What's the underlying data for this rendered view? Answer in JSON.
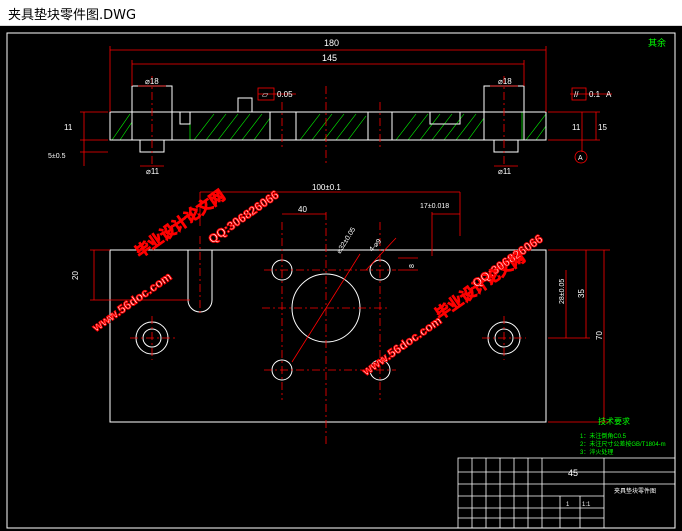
{
  "window": {
    "title": "夹具垫块零件图.DWG"
  },
  "drawing": {
    "corner_note": "其余",
    "dims": {
      "overall_width": "180",
      "hole_spacing": "145",
      "dia_left": "⌀18",
      "dia_right": "⌀18",
      "flatness": "0.05",
      "parallel_tol": "0.1",
      "datum": "A",
      "thickness_left": "11",
      "thickness_right": "11",
      "height_right": "15",
      "step_left": "5±0.5",
      "dia_bot_left": "⌀11",
      "dia_bot_right": "⌀11",
      "center_dist": "100±0.1",
      "pos_40": "40",
      "pos_17": "17±0.018",
      "big_hole": "⌀32±0.05",
      "small_holes": "4-⌀9",
      "slot_depth": "20",
      "vert_28": "28±0.05",
      "vert_35": "35",
      "vert_70": "70",
      "r8": "8"
    },
    "tech_req": {
      "heading": "技术要求",
      "line1": "1：未注倒角C0.5",
      "line2": "2：未注尺寸公差按GB/T1804-m",
      "line3": "3：淬火处理"
    },
    "title_block": {
      "material": "45",
      "part_name": "夹具垫块零件图",
      "scale": "1:1",
      "count": "1"
    }
  },
  "watermarks": {
    "text_a": "毕业设计论文网",
    "text_b": "www.56doc.com",
    "text_c": "QQ:306826066"
  },
  "colors": {
    "lines": "#ffffff",
    "dims": "#ff0000",
    "hatch": "#00ff00",
    "text_green": "#00ff00",
    "title_bar_bg": "#ffffff",
    "canvas": "#000000"
  }
}
